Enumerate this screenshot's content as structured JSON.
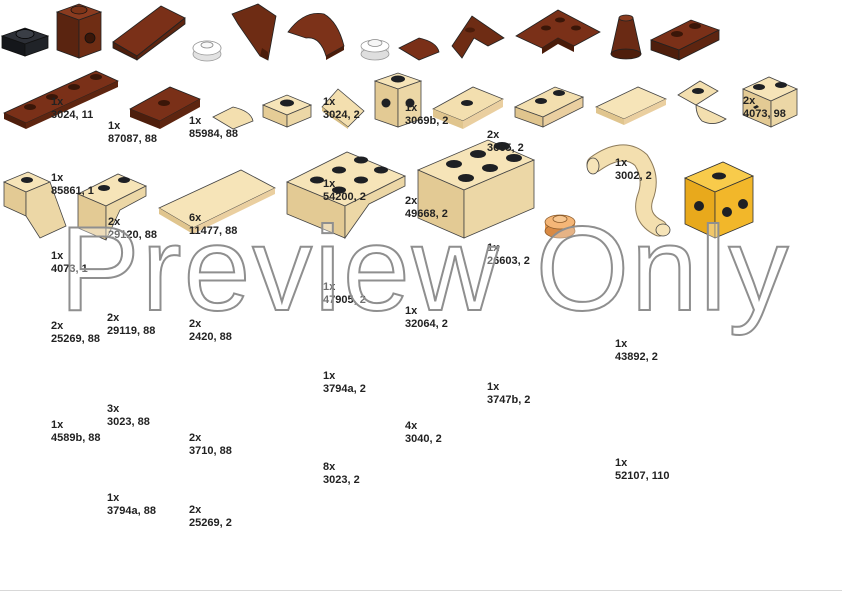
{
  "colors": {
    "black": "#1e2024",
    "brown": "#6a2a14",
    "tan": "#f3dfaf",
    "white": "#f4f4f4",
    "orange": "#f3b06b",
    "yellow": "#f5be2f"
  },
  "watermark": "Preview Only",
  "parts": [
    {
      "qty": "1x",
      "id": "3024, 11",
      "color": "black"
    },
    {
      "qty": "1x",
      "id": "87087, 88",
      "color": "brown"
    },
    {
      "qty": "1x",
      "id": "85984, 88",
      "color": "brown"
    },
    {
      "qty": "1x",
      "id": "85861, 1",
      "color": "white"
    },
    {
      "qty": "2x",
      "id": "29120, 88",
      "color": "brown"
    },
    {
      "qty": "6x",
      "id": "11477, 88",
      "color": "brown"
    },
    {
      "qty": "1x",
      "id": "4073, 1",
      "color": "white"
    },
    {
      "qty": "2x",
      "id": "25269, 88",
      "color": "brown"
    },
    {
      "qty": "2x",
      "id": "29119, 88",
      "color": "brown"
    },
    {
      "qty": "2x",
      "id": "2420, 88",
      "color": "brown"
    },
    {
      "qty": "1x",
      "id": "4589b, 88",
      "color": "brown"
    },
    {
      "qty": "3x",
      "id": "3023, 88",
      "color": "brown"
    },
    {
      "qty": "2x",
      "id": "3710, 88",
      "color": "brown"
    },
    {
      "qty": "1x",
      "id": "3794a, 88",
      "color": "brown"
    },
    {
      "qty": "2x",
      "id": "25269, 2",
      "color": "tan"
    },
    {
      "qty": "1x",
      "id": "3024, 2",
      "color": "tan"
    },
    {
      "qty": "1x",
      "id": "54200, 2",
      "color": "tan"
    },
    {
      "qty": "1x",
      "id": "47905, 2",
      "color": "tan"
    },
    {
      "qty": "1x",
      "id": "3794a, 2",
      "color": "tan"
    },
    {
      "qty": "8x",
      "id": "3023, 2",
      "color": "tan"
    },
    {
      "qty": "1x",
      "id": "3069b, 2",
      "color": "tan"
    },
    {
      "qty": "2x",
      "id": "49668, 2",
      "color": "tan"
    },
    {
      "qty": "1x",
      "id": "32064, 2",
      "color": "tan"
    },
    {
      "qty": "4x",
      "id": "3040, 2",
      "color": "tan"
    },
    {
      "qty": "2x",
      "id": "3665, 2",
      "color": "tan"
    },
    {
      "qty": "1x",
      "id": "26603, 2",
      "color": "tan"
    },
    {
      "qty": "1x",
      "id": "3747b, 2",
      "color": "tan"
    },
    {
      "qty": "1x",
      "id": "3002, 2",
      "color": "tan"
    },
    {
      "qty": "2x",
      "id": "4073, 98",
      "color": "orange"
    },
    {
      "qty": "1x",
      "id": "43892, 2",
      "color": "tan"
    },
    {
      "qty": "1x",
      "id": "52107, 110",
      "color": "yellow"
    }
  ]
}
